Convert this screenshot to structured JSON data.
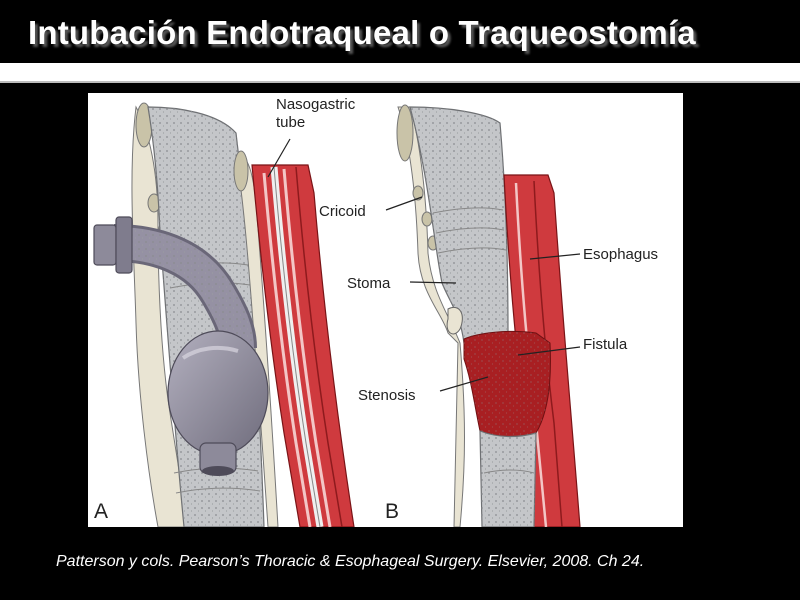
{
  "slide": {
    "title": "Intubación Endotraqueal o Traqueostomía",
    "citation": "Patterson y cols. Pearson’s Thoracic & Esophageal Surgery. Elsevier, 2008. Ch 24."
  },
  "figure": {
    "panel_a": {
      "letter": "A",
      "labels": {
        "nasogastric_line1": "Nasogastric",
        "nasogastric_line2": "tube"
      }
    },
    "panel_b": {
      "letter": "B",
      "labels": {
        "cricoid": "Cricoid",
        "esophagus": "Esophagus",
        "stoma": "Stoma",
        "fistula": "Fistula",
        "stenosis": "Stenosis"
      }
    },
    "colors": {
      "trachea": "#bfc1c4",
      "cartilage": "#d8d2bd",
      "esophagus": "#c2272d",
      "fistula": "#a81f22",
      "tube": "#8d8a9a"
    }
  }
}
